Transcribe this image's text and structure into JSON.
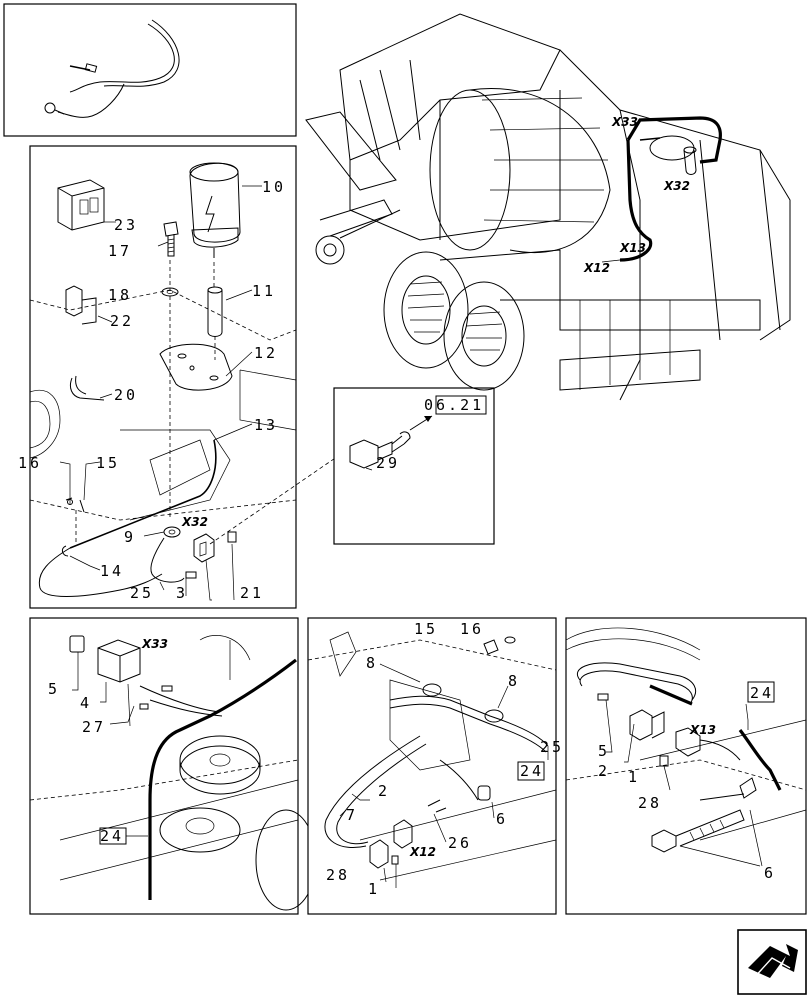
{
  "panels": {
    "main": {
      "labels": {
        "p10": "10",
        "p23": "23",
        "p17": "17",
        "p11": "11",
        "p18": "18",
        "p22": "22",
        "p12": "12",
        "p20": "20",
        "p13": "13",
        "p16": "16",
        "p15": "15",
        "p9": "9",
        "p14": "14",
        "p25": "25",
        "p3": "3",
        "p21": "21"
      },
      "connector": "X32"
    },
    "callout": {
      "ref": "06.21",
      "label29": "29"
    },
    "machine": {
      "connectors": {
        "x33": "X33",
        "x32": "X32",
        "x13": "X13",
        "x12": "X12"
      }
    },
    "bottom_left": {
      "connector": "X33",
      "labels": {
        "p5": "5",
        "p4": "4",
        "p27": "27",
        "p24": "24"
      }
    },
    "bottom_mid": {
      "connector": "X12",
      "labels": {
        "p15": "15",
        "p16": "16",
        "p8a": "8",
        "p8b": "8",
        "p25": "25",
        "p24": "24",
        "p2": "2",
        "p7": "7",
        "p6": "6",
        "p26": "26",
        "p28": "28",
        "p1": "1"
      }
    },
    "bottom_right": {
      "connector": "X13",
      "labels": {
        "p24": "24",
        "p5": "5",
        "p2": "2",
        "p1": "1",
        "p28": "28",
        "p6": "6"
      }
    }
  }
}
